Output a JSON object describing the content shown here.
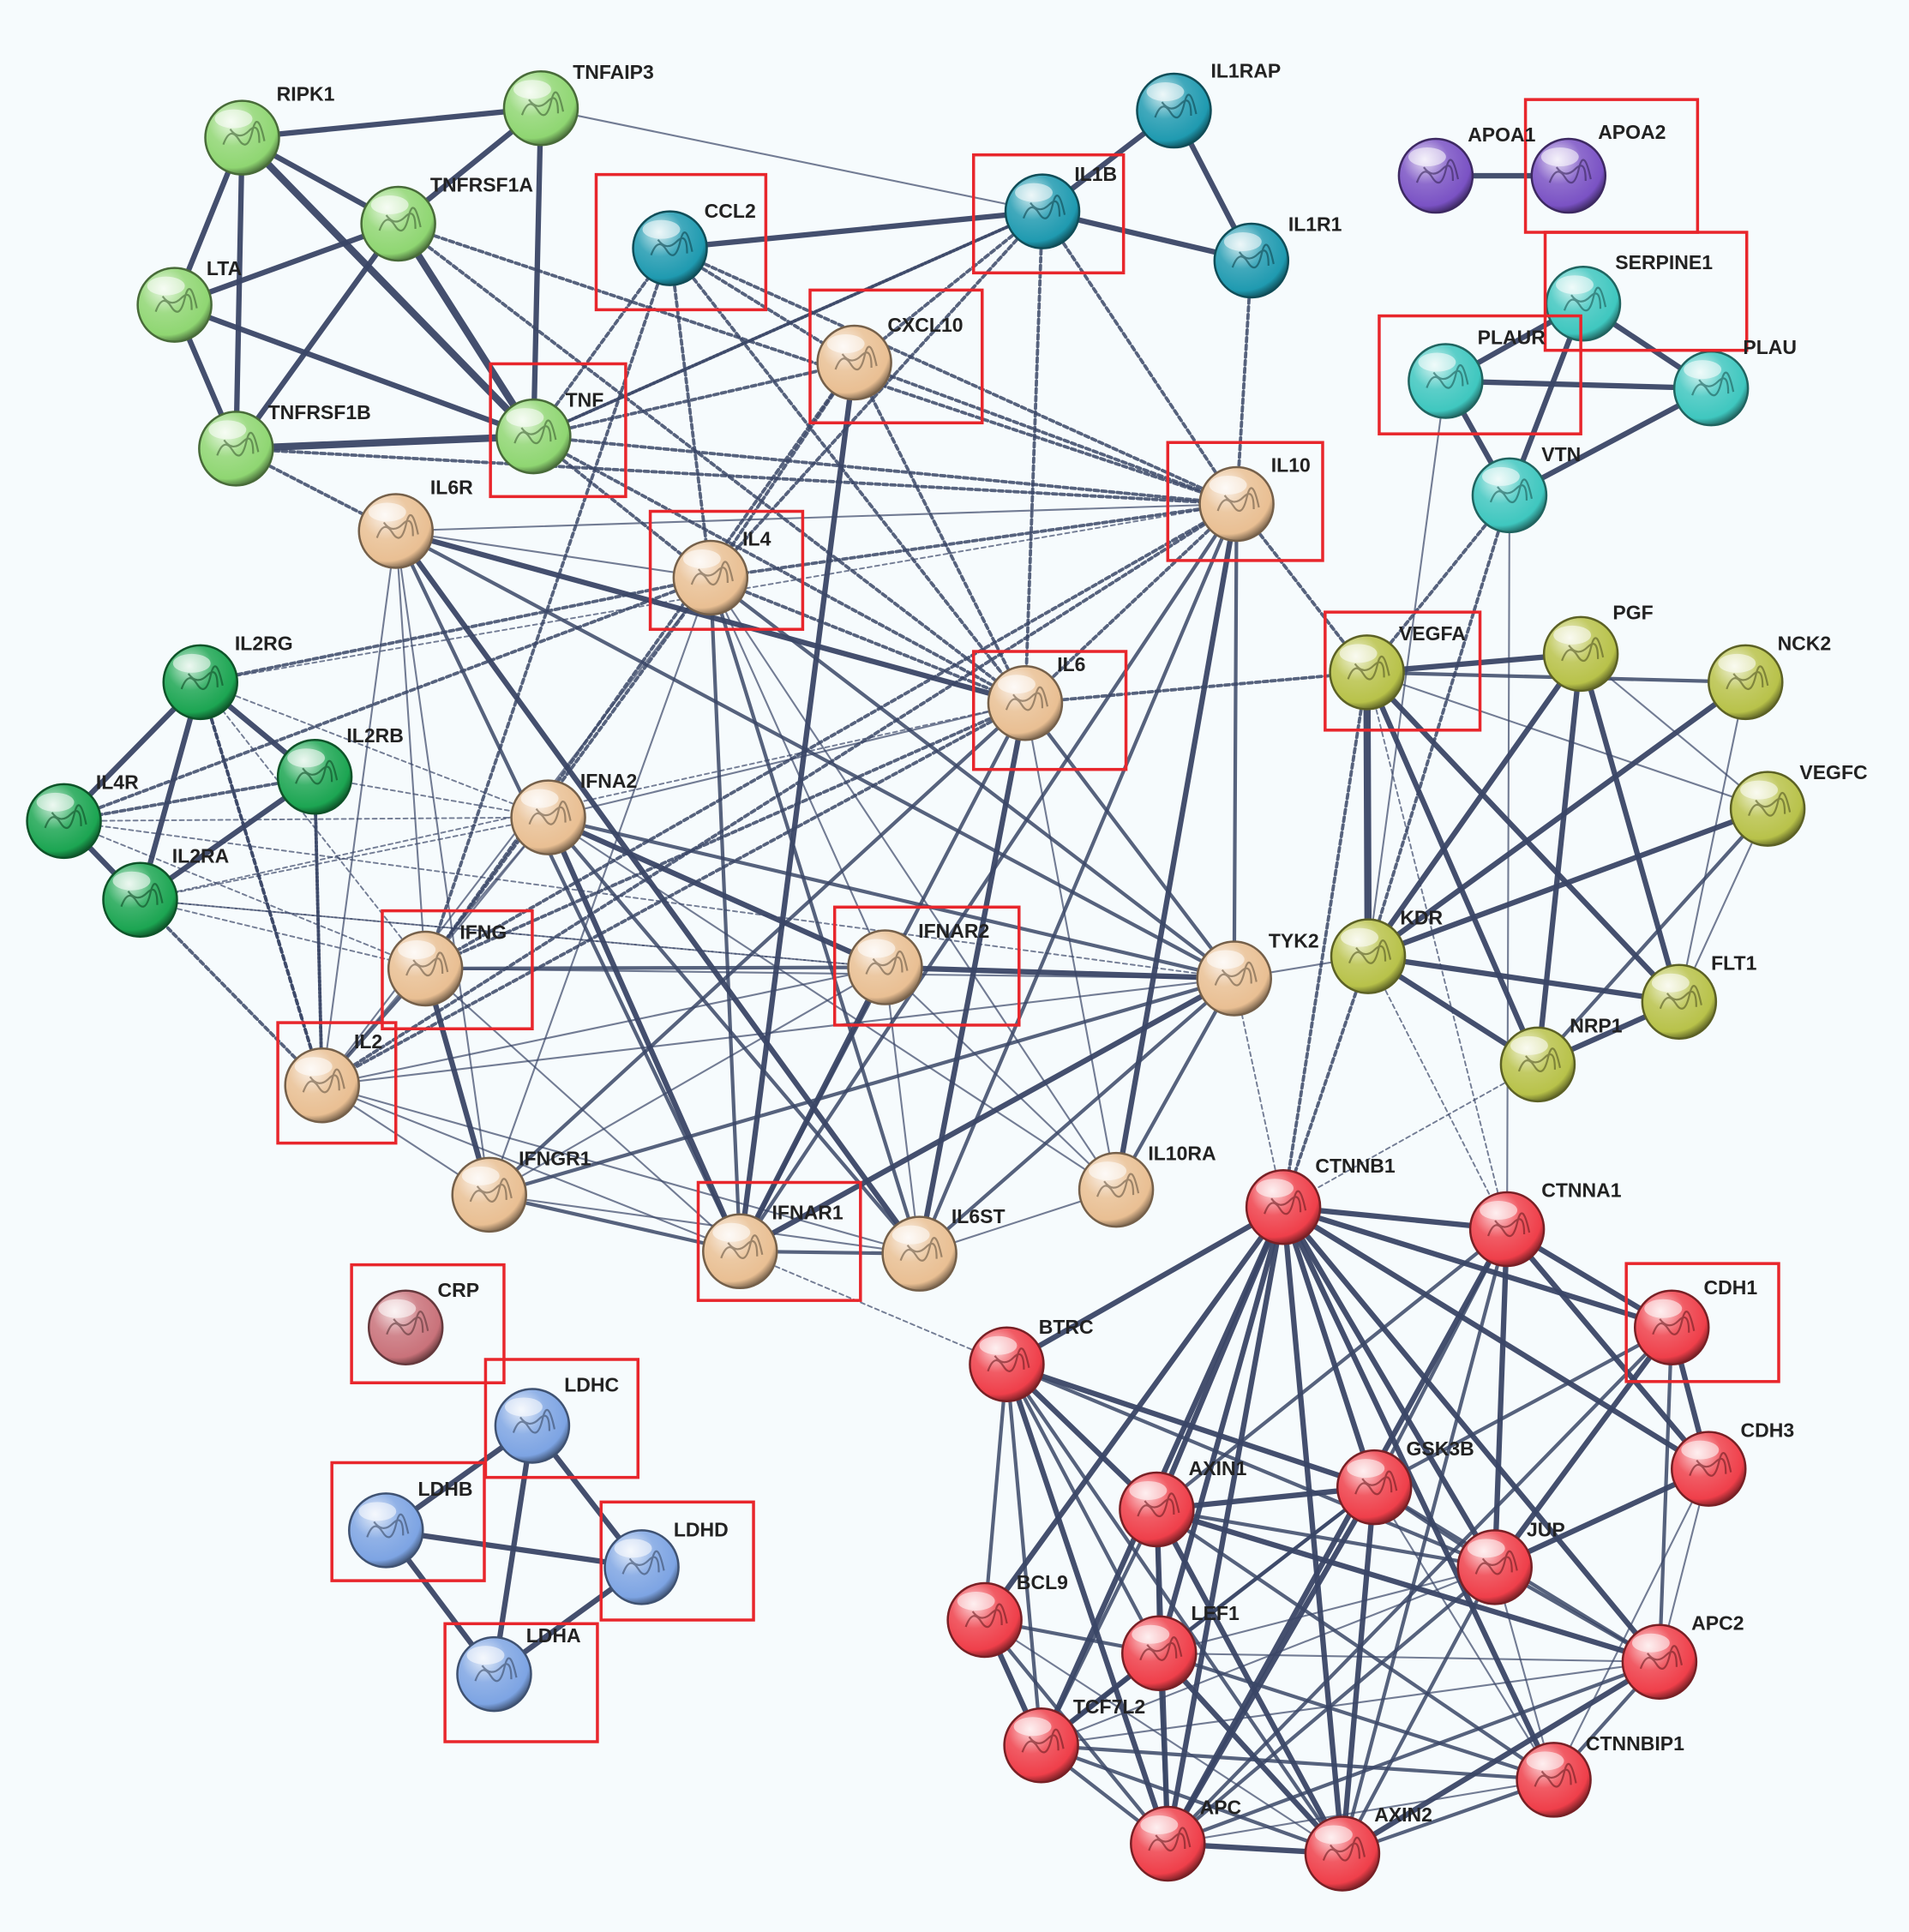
{
  "colors": {
    "background": "#f6fbfd",
    "edge": "#3a4666",
    "highlight": "#e8262c",
    "clusters": {
      "tnf": "#8fd672",
      "chemo": "#1f9ab0",
      "cytokine": "#e9bf93",
      "ilr": "#1ca552",
      "apo": "#7a52c4",
      "plau": "#3fc7bf",
      "vegf": "#b8c24a",
      "wnt": "#ef3f4a",
      "crp": "#c9727a",
      "ldh": "#7da4e3"
    }
  },
  "nodes": [
    {
      "id": "RIPK1",
      "cluster": "tnf",
      "highlighted": false
    },
    {
      "id": "TNFAIP3",
      "cluster": "tnf",
      "highlighted": false
    },
    {
      "id": "TNFRSF1A",
      "cluster": "tnf",
      "highlighted": false
    },
    {
      "id": "LTA",
      "cluster": "tnf",
      "highlighted": false
    },
    {
      "id": "TNFRSF1B",
      "cluster": "tnf",
      "highlighted": false
    },
    {
      "id": "TNF",
      "cluster": "tnf",
      "highlighted": true
    },
    {
      "id": "CCL2",
      "cluster": "chemo",
      "highlighted": true
    },
    {
      "id": "IL1B",
      "cluster": "chemo",
      "highlighted": true
    },
    {
      "id": "IL1RAP",
      "cluster": "chemo",
      "highlighted": false
    },
    {
      "id": "IL1R1",
      "cluster": "chemo",
      "highlighted": false
    },
    {
      "id": "CXCL10",
      "cluster": "cytokine",
      "highlighted": true
    },
    {
      "id": "IL10",
      "cluster": "cytokine",
      "highlighted": true
    },
    {
      "id": "IL6R",
      "cluster": "cytokine",
      "highlighted": false
    },
    {
      "id": "IL4",
      "cluster": "cytokine",
      "highlighted": true
    },
    {
      "id": "IL6",
      "cluster": "cytokine",
      "highlighted": true
    },
    {
      "id": "IFNA2",
      "cluster": "cytokine",
      "highlighted": false
    },
    {
      "id": "IFNG",
      "cluster": "cytokine",
      "highlighted": true
    },
    {
      "id": "IFNAR2",
      "cluster": "cytokine",
      "highlighted": true
    },
    {
      "id": "TYK2",
      "cluster": "cytokine",
      "highlighted": false
    },
    {
      "id": "IL2",
      "cluster": "cytokine",
      "highlighted": true
    },
    {
      "id": "IFNGR1",
      "cluster": "cytokine",
      "highlighted": false
    },
    {
      "id": "IFNAR1",
      "cluster": "cytokine",
      "highlighted": true
    },
    {
      "id": "IL6ST",
      "cluster": "cytokine",
      "highlighted": false
    },
    {
      "id": "IL10RA",
      "cluster": "cytokine",
      "highlighted": false
    },
    {
      "id": "IL2RG",
      "cluster": "ilr",
      "highlighted": false
    },
    {
      "id": "IL2RB",
      "cluster": "ilr",
      "highlighted": false
    },
    {
      "id": "IL4R",
      "cluster": "ilr",
      "highlighted": false
    },
    {
      "id": "IL2RA",
      "cluster": "ilr",
      "highlighted": false
    },
    {
      "id": "APOA1",
      "cluster": "apo",
      "highlighted": false
    },
    {
      "id": "APOA2",
      "cluster": "apo",
      "highlighted": true
    },
    {
      "id": "SERPINE1",
      "cluster": "plau",
      "highlighted": true
    },
    {
      "id": "PLAUR",
      "cluster": "plau",
      "highlighted": true
    },
    {
      "id": "PLAU",
      "cluster": "plau",
      "highlighted": false
    },
    {
      "id": "VTN",
      "cluster": "plau",
      "highlighted": false
    },
    {
      "id": "VEGFA",
      "cluster": "vegf",
      "highlighted": true
    },
    {
      "id": "PGF",
      "cluster": "vegf",
      "highlighted": false
    },
    {
      "id": "NCK2",
      "cluster": "vegf",
      "highlighted": false
    },
    {
      "id": "VEGFC",
      "cluster": "vegf",
      "highlighted": false
    },
    {
      "id": "KDR",
      "cluster": "vegf",
      "highlighted": false
    },
    {
      "id": "FLT1",
      "cluster": "vegf",
      "highlighted": false
    },
    {
      "id": "NRP1",
      "cluster": "vegf",
      "highlighted": false
    },
    {
      "id": "CTNNB1",
      "cluster": "wnt",
      "highlighted": false
    },
    {
      "id": "CTNNA1",
      "cluster": "wnt",
      "highlighted": false
    },
    {
      "id": "BTRC",
      "cluster": "wnt",
      "highlighted": false
    },
    {
      "id": "CDH1",
      "cluster": "wnt",
      "highlighted": true
    },
    {
      "id": "CDH3",
      "cluster": "wnt",
      "highlighted": false
    },
    {
      "id": "AXIN1",
      "cluster": "wnt",
      "highlighted": false
    },
    {
      "id": "GSK3B",
      "cluster": "wnt",
      "highlighted": false
    },
    {
      "id": "JUP",
      "cluster": "wnt",
      "highlighted": false
    },
    {
      "id": "BCL9",
      "cluster": "wnt",
      "highlighted": false
    },
    {
      "id": "LEF1",
      "cluster": "wnt",
      "highlighted": false
    },
    {
      "id": "APC2",
      "cluster": "wnt",
      "highlighted": false
    },
    {
      "id": "TCF7L2",
      "cluster": "wnt",
      "highlighted": false
    },
    {
      "id": "CTNNBIP1",
      "cluster": "wnt",
      "highlighted": false
    },
    {
      "id": "APC",
      "cluster": "wnt",
      "highlighted": false
    },
    {
      "id": "AXIN2",
      "cluster": "wnt",
      "highlighted": false
    },
    {
      "id": "CRP",
      "cluster": "crp",
      "highlighted": true
    },
    {
      "id": "LDHC",
      "cluster": "ldh",
      "highlighted": true
    },
    {
      "id": "LDHB",
      "cluster": "ldh",
      "highlighted": true
    },
    {
      "id": "LDHD",
      "cluster": "ldh",
      "highlighted": true
    },
    {
      "id": "LDHA",
      "cluster": "ldh",
      "highlighted": true
    }
  ],
  "edges": [
    [
      "RIPK1",
      "TNFAIP3",
      3
    ],
    [
      "RIPK1",
      "LTA",
      3
    ],
    [
      "RIPK1",
      "TNFRSF1A",
      3
    ],
    [
      "RIPK1",
      "TNFRSF1B",
      3
    ],
    [
      "RIPK1",
      "TNF",
      4
    ],
    [
      "TNFAIP3",
      "TNFRSF1A",
      3
    ],
    [
      "TNFAIP3",
      "TNF",
      3
    ],
    [
      "TNFAIP3",
      "IL1B",
      1
    ],
    [
      "TNFRSF1A",
      "LTA",
      3
    ],
    [
      "TNFRSF1A",
      "TNFRSF1B",
      3
    ],
    [
      "TNFRSF1A",
      "TNF",
      4
    ],
    [
      "TNFRSF1A",
      "IL10",
      2,
      true
    ],
    [
      "TNFRSF1A",
      "IL6",
      2,
      true
    ],
    [
      "LTA",
      "TNFRSF1B",
      3
    ],
    [
      "LTA",
      "TNF",
      3
    ],
    [
      "TNFRSF1B",
      "TNF",
      4
    ],
    [
      "TNFRSF1B",
      "IL10",
      2,
      true
    ],
    [
      "TNFRSF1B",
      "IL6R",
      2,
      true
    ],
    [
      "TNF",
      "CCL2",
      2,
      true
    ],
    [
      "TNF",
      "IL1B",
      2,
      true
    ],
    [
      "TNF",
      "CXCL10",
      2,
      true
    ],
    [
      "TNF",
      "IL10",
      2,
      true
    ],
    [
      "TNF",
      "IL4",
      2,
      true
    ],
    [
      "TNF",
      "IL6",
      2,
      true
    ],
    [
      "CCL2",
      "IL1B",
      3
    ],
    [
      "CCL2",
      "IL4",
      2,
      true
    ],
    [
      "CCL2",
      "IL6",
      2,
      true
    ],
    [
      "CCL2",
      "IL10",
      2,
      true
    ],
    [
      "CCL2",
      "IFNG",
      2,
      true
    ],
    [
      "CCL2",
      "CXCL10",
      2,
      true
    ],
    [
      "IL1B",
      "IL1RAP",
      3
    ],
    [
      "IL1B",
      "IL1R1",
      3
    ],
    [
      "IL1B",
      "IL6",
      2,
      true
    ],
    [
      "IL1B",
      "IL10",
      2,
      true
    ],
    [
      "IL1B",
      "CXCL10",
      2,
      true
    ],
    [
      "IL1B",
      "IL4",
      2,
      true
    ],
    [
      "IL1B",
      "TNF",
      2,
      true
    ],
    [
      "IL1RAP",
      "IL1R1",
      3
    ],
    [
      "IL1R1",
      "IL10",
      2,
      true
    ],
    [
      "CXCL10",
      "IL10",
      2,
      true
    ],
    [
      "CXCL10",
      "IL6",
      2,
      true
    ],
    [
      "CXCL10",
      "IFNG",
      2,
      true
    ],
    [
      "CXCL10",
      "IFNAR1",
      3
    ],
    [
      "CXCL10",
      "IL4",
      2,
      true
    ],
    [
      "IL10",
      "IL6",
      2,
      true
    ],
    [
      "IL10",
      "IL4",
      2,
      true
    ],
    [
      "IL10",
      "IL10RA",
      3
    ],
    [
      "IL10",
      "TYK2",
      2
    ],
    [
      "IL10",
      "IL6R",
      1
    ],
    [
      "IL10",
      "IFNG",
      2,
      true
    ],
    [
      "IL10",
      "VEGFA",
      2,
      true
    ],
    [
      "IL10",
      "IL2",
      2,
      true
    ],
    [
      "IL10",
      "IFNAR1",
      2
    ],
    [
      "IL10",
      "IL6ST",
      2
    ],
    [
      "IL10",
      "IL2RG",
      1,
      true
    ],
    [
      "IL6R",
      "IL6",
      3
    ],
    [
      "IL6R",
      "IL6ST",
      3
    ],
    [
      "IL6R",
      "IL4",
      1
    ],
    [
      "IL6R",
      "TYK2",
      2
    ],
    [
      "IL6R",
      "IFNGR1",
      1
    ],
    [
      "IL6R",
      "IL2",
      1
    ],
    [
      "IL6R",
      "IFNG",
      1
    ],
    [
      "IL6R",
      "IFNAR1",
      2
    ],
    [
      "IL4",
      "IL6",
      2,
      true
    ],
    [
      "IL4",
      "IL2RG",
      2,
      true
    ],
    [
      "IL4",
      "IL4R",
      2,
      true
    ],
    [
      "IL4",
      "IFNG",
      2,
      true
    ],
    [
      "IL4",
      "IFNAR1",
      2
    ],
    [
      "IL4",
      "IL6ST",
      2
    ],
    [
      "IL4",
      "TYK2",
      2
    ],
    [
      "IL4",
      "IFNAR2",
      1
    ],
    [
      "IL4",
      "IL10RA",
      1
    ],
    [
      "IL4",
      "IFNGR1",
      1
    ],
    [
      "IL4",
      "IL2",
      1
    ],
    [
      "IL6",
      "IL6ST",
      3
    ],
    [
      "IL6",
      "TYK2",
      2
    ],
    [
      "IL6",
      "IFNG",
      2,
      true
    ],
    [
      "IL6",
      "VEGFA",
      2,
      true
    ],
    [
      "IL6",
      "IL2",
      2,
      true
    ],
    [
      "IL6",
      "IFNA2",
      1
    ],
    [
      "IL6",
      "IFNAR1",
      2
    ],
    [
      "IL6",
      "IL10RA",
      1
    ],
    [
      "IL6",
      "IL2RA",
      1,
      true
    ],
    [
      "IL6",
      "IFNGR1",
      2
    ],
    [
      "IFNA2",
      "IFNAR1",
      3
    ],
    [
      "IFNA2",
      "IFNAR2",
      3
    ],
    [
      "IFNA2",
      "TYK2",
      2
    ],
    [
      "IFNA2",
      "IL6ST",
      2
    ],
    [
      "IFNA2",
      "IFNG",
      1
    ],
    [
      "IFNA2",
      "IL2",
      1
    ],
    [
      "IFNA2",
      "IL2RA",
      1,
      true
    ],
    [
      "IFNA2",
      "IL10RA",
      1
    ],
    [
      "IFNG",
      "IFNGR1",
      3
    ],
    [
      "IFNG",
      "IFNAR2",
      2
    ],
    [
      "IFNG",
      "TYK2",
      1
    ],
    [
      "IFNG",
      "IL2",
      2
    ],
    [
      "IFNG",
      "IFNAR1",
      1
    ],
    [
      "IFNG",
      "IL2RG",
      1,
      true
    ],
    [
      "IFNAR2",
      "IFNAR1",
      3
    ],
    [
      "IFNAR2",
      "TYK2",
      3
    ],
    [
      "IFNAR2",
      "IFNGR1",
      1
    ],
    [
      "IFNAR2",
      "IL6ST",
      1
    ],
    [
      "IFNAR2",
      "IL2",
      1
    ],
    [
      "IFNAR2",
      "IL2RA",
      1,
      true
    ],
    [
      "IFNAR2",
      "IL10RA",
      1
    ],
    [
      "TYK2",
      "IFNAR1",
      3
    ],
    [
      "TYK2",
      "IL6ST",
      2
    ],
    [
      "TYK2",
      "IFNGR1",
      2
    ],
    [
      "TYK2",
      "IL10RA",
      2
    ],
    [
      "TYK2",
      "IL2",
      1
    ],
    [
      "TYK2",
      "IL4R",
      1,
      true
    ],
    [
      "IL2",
      "IL2RA",
      2,
      true
    ],
    [
      "IL2",
      "IL2RB",
      2,
      true
    ],
    [
      "IL2",
      "IL2RG",
      2,
      true
    ],
    [
      "IL2",
      "IFNGR1",
      1
    ],
    [
      "IL2",
      "IFNAR1",
      1
    ],
    [
      "IL2",
      "IL6ST",
      1
    ],
    [
      "IFNGR1",
      "IFNAR1",
      2
    ],
    [
      "IFNGR1",
      "IL6ST",
      1
    ],
    [
      "IFNAR1",
      "IL6ST",
      2
    ],
    [
      "IFNAR1",
      "BTRC",
      1,
      true
    ],
    [
      "IL6ST",
      "IL10RA",
      1
    ],
    [
      "IL2RG",
      "IL2RB",
      3
    ],
    [
      "IL2RG",
      "IL4R",
      3
    ],
    [
      "IL2RG",
      "IL2RA",
      3
    ],
    [
      "IL2RG",
      "IL2",
      2,
      true
    ],
    [
      "IL2RG",
      "IFNA2",
      1,
      true
    ],
    [
      "IL2RB",
      "IL4R",
      2,
      true
    ],
    [
      "IL2RB",
      "IL2RA",
      3
    ],
    [
      "IL2RB",
      "IFNA2",
      1,
      true
    ],
    [
      "IL2RB",
      "IL2",
      2,
      true
    ],
    [
      "IL4R",
      "IL2RA",
      3
    ],
    [
      "IL4R",
      "IFNG",
      1,
      true
    ],
    [
      "IL4R",
      "IFNA2",
      1,
      true
    ],
    [
      "IL2RA",
      "IFNG",
      1,
      true
    ],
    [
      "IL2RA",
      "IFNAR2",
      1,
      true
    ],
    [
      "APOA1",
      "APOA2",
      3
    ],
    [
      "SERPINE1",
      "PLAUR",
      3
    ],
    [
      "SERPINE1",
      "PLAU",
      3
    ],
    [
      "SERPINE1",
      "VTN",
      3
    ],
    [
      "PLAUR",
      "PLAU",
      3
    ],
    [
      "PLAUR",
      "VTN",
      3
    ],
    [
      "PLAU",
      "VTN",
      3
    ],
    [
      "PLAUR",
      "KDR",
      1
    ],
    [
      "VTN",
      "VEGFA",
      2,
      true
    ],
    [
      "VTN",
      "KDR",
      2,
      true
    ],
    [
      "VTN",
      "CTNNA1",
      1
    ],
    [
      "VEGFA",
      "PGF",
      3
    ],
    [
      "VEGFA",
      "KDR",
      4
    ],
    [
      "VEGFA",
      "FLT1",
      3
    ],
    [
      "VEGFA",
      "NRP1",
      3
    ],
    [
      "VEGFA",
      "NCK2",
      2
    ],
    [
      "VEGFA",
      "CTNNB1",
      2,
      true
    ],
    [
      "VEGFA",
      "CTNNA1",
      1,
      true
    ],
    [
      "VEGFA",
      "VEGFC",
      1
    ],
    [
      "PGF",
      "FLT1",
      3
    ],
    [
      "PGF",
      "KDR",
      3
    ],
    [
      "PGF",
      "NRP1",
      3
    ],
    [
      "PGF",
      "VEGFC",
      1
    ],
    [
      "NCK2",
      "KDR",
      3
    ],
    [
      "NCK2",
      "FLT1",
      1
    ],
    [
      "VEGFC",
      "KDR",
      3
    ],
    [
      "VEGFC",
      "FLT1",
      1
    ],
    [
      "VEGFC",
      "NRP1",
      2
    ],
    [
      "KDR",
      "FLT1",
      3
    ],
    [
      "KDR",
      "NRP1",
      3
    ],
    [
      "KDR",
      "CTNNB1",
      2,
      true
    ],
    [
      "KDR",
      "CTNNA1",
      1,
      true
    ],
    [
      "KDR",
      "TYK2",
      1
    ],
    [
      "FLT1",
      "NRP1",
      3
    ],
    [
      "NRP1",
      "CTNNB1",
      1,
      true
    ],
    [
      "CTNNB1",
      "CTNNA1",
      3
    ],
    [
      "CTNNB1",
      "BTRC",
      3
    ],
    [
      "CTNNB1",
      "CDH1",
      3
    ],
    [
      "CTNNB1",
      "CDH3",
      3
    ],
    [
      "CTNNB1",
      "AXIN1",
      3
    ],
    [
      "CTNNB1",
      "GSK3B",
      3
    ],
    [
      "CTNNB1",
      "JUP",
      3
    ],
    [
      "CTNNB1",
      "BCL9",
      3
    ],
    [
      "CTNNB1",
      "LEF1",
      3
    ],
    [
      "CTNNB1",
      "APC2",
      3
    ],
    [
      "CTNNB1",
      "TCF7L2",
      3
    ],
    [
      "CTNNB1",
      "CTNNBIP1",
      3
    ],
    [
      "CTNNB1",
      "APC",
      3
    ],
    [
      "CTNNB1",
      "AXIN2",
      3
    ],
    [
      "CTNNB1",
      "TYK2",
      1,
      true
    ],
    [
      "CTNNA1",
      "CDH1",
      3
    ],
    [
      "CTNNA1",
      "CDH3",
      3
    ],
    [
      "CTNNA1",
      "JUP",
      3
    ],
    [
      "CTNNA1",
      "APC",
      3
    ],
    [
      "CTNNA1",
      "GSK3B",
      2
    ],
    [
      "CTNNA1",
      "AXIN2",
      2
    ],
    [
      "CTNNA1",
      "AXIN1",
      2
    ],
    [
      "BTRC",
      "AXIN1",
      3
    ],
    [
      "BTRC",
      "GSK3B",
      3
    ],
    [
      "BTRC",
      "APC",
      3
    ],
    [
      "BTRC",
      "BCL9",
      2
    ],
    [
      "BTRC",
      "TCF7L2",
      2
    ],
    [
      "BTRC",
      "JUP",
      2
    ],
    [
      "BTRC",
      "AXIN2",
      2
    ],
    [
      "BTRC",
      "LEF1",
      2
    ],
    [
      "CDH1",
      "CDH3",
      3
    ],
    [
      "CDH1",
      "JUP",
      3
    ],
    [
      "CDH1",
      "APC",
      2
    ],
    [
      "CDH1",
      "GSK3B",
      2
    ],
    [
      "CDH1",
      "APC2",
      2
    ],
    [
      "CDH3",
      "JUP",
      3
    ],
    [
      "CDH3",
      "APC2",
      1
    ],
    [
      "CDH3",
      "CTNNBIP1",
      1
    ],
    [
      "AXIN1",
      "GSK3B",
      3
    ],
    [
      "AXIN1",
      "APC",
      3
    ],
    [
      "AXIN1",
      "AXIN2",
      3
    ],
    [
      "AXIN1",
      "APC2",
      3
    ],
    [
      "AXIN1",
      "LEF1",
      2
    ],
    [
      "AXIN1",
      "TCF7L2",
      2
    ],
    [
      "AXIN1",
      "JUP",
      2
    ],
    [
      "AXIN1",
      "CTNNBIP1",
      2
    ],
    [
      "GSK3B",
      "APC",
      3
    ],
    [
      "GSK3B",
      "AXIN2",
      3
    ],
    [
      "GSK3B",
      "JUP",
      2
    ],
    [
      "GSK3B",
      "APC2",
      2
    ],
    [
      "GSK3B",
      "LEF1",
      2
    ],
    [
      "GSK3B",
      "TCF7L2",
      2
    ],
    [
      "GSK3B",
      "CTNNBIP1",
      1
    ],
    [
      "JUP",
      "APC",
      2
    ],
    [
      "JUP",
      "APC2",
      2
    ],
    [
      "JUP",
      "AXIN2",
      2
    ],
    [
      "JUP",
      "LEF1",
      1
    ],
    [
      "JUP",
      "TCF7L2",
      1
    ],
    [
      "JUP",
      "CTNNBIP1",
      1
    ],
    [
      "BCL9",
      "LEF1",
      2
    ],
    [
      "BCL9",
      "TCF7L2",
      3
    ],
    [
      "BCL9",
      "APC",
      2
    ],
    [
      "BCL9",
      "AXIN2",
      1
    ],
    [
      "LEF1",
      "TCF7L2",
      3
    ],
    [
      "LEF1",
      "APC",
      2
    ],
    [
      "LEF1",
      "AXIN2",
      3
    ],
    [
      "LEF1",
      "CTNNBIP1",
      2
    ],
    [
      "LEF1",
      "APC2",
      1
    ],
    [
      "APC2",
      "AXIN2",
      3
    ],
    [
      "APC2",
      "APC",
      2
    ],
    [
      "APC2",
      "CTNNBIP1",
      2
    ],
    [
      "APC2",
      "TCF7L2",
      1
    ],
    [
      "TCF7L2",
      "APC",
      2
    ],
    [
      "TCF7L2",
      "AXIN2",
      2
    ],
    [
      "TCF7L2",
      "CTNNBIP1",
      2
    ],
    [
      "CTNNBIP1",
      "AXIN2",
      2
    ],
    [
      "CTNNBIP1",
      "APC",
      1
    ],
    [
      "APC",
      "AXIN2",
      3
    ],
    [
      "LDHC",
      "LDHB",
      3
    ],
    [
      "LDHC",
      "LDHD",
      3
    ],
    [
      "LDHC",
      "LDHA",
      3
    ],
    [
      "LDHB",
      "LDHD",
      3
    ],
    [
      "LDHB",
      "LDHA",
      3
    ],
    [
      "LDHD",
      "LDHA",
      3
    ]
  ]
}
